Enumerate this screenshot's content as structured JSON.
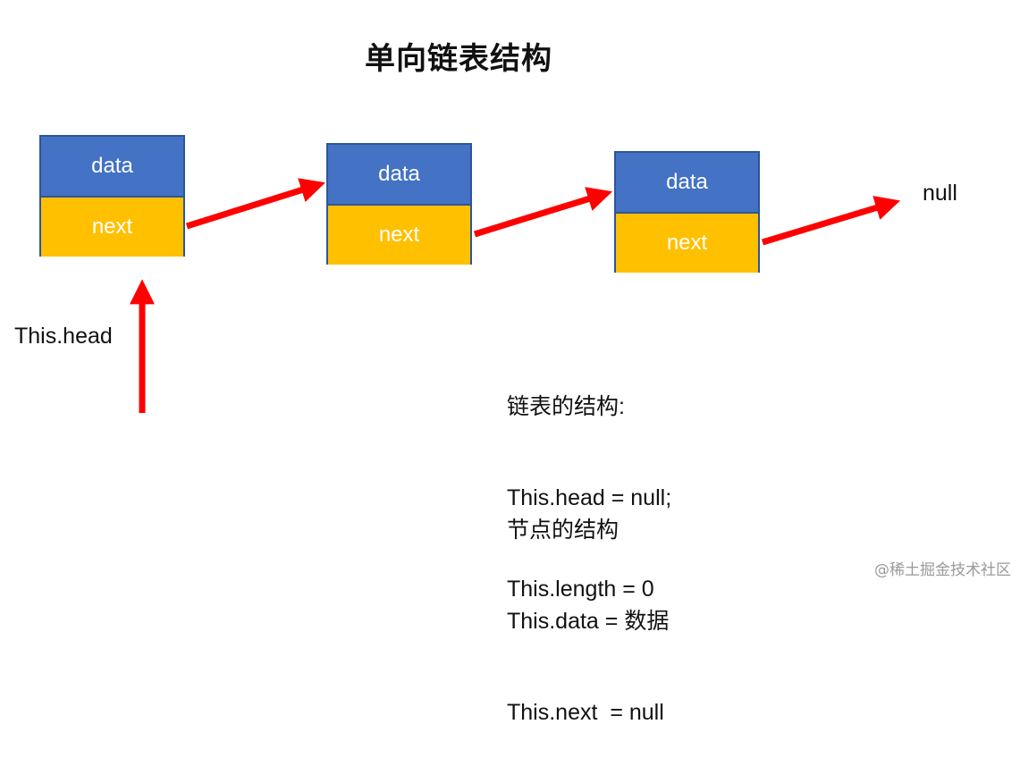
{
  "title": "单向链表结构",
  "nodes": [
    {
      "data_label": "data",
      "next_label": "next"
    },
    {
      "data_label": "data",
      "next_label": "next"
    },
    {
      "data_label": "data",
      "next_label": "next"
    }
  ],
  "null_label": "null",
  "head_label": "This.head",
  "list_structure": {
    "heading": "链表的结构:",
    "line1": "This.head = null;",
    "line2": "This.length = 0"
  },
  "node_structure": {
    "heading": "节点的结构",
    "line1": "This.data = 数据",
    "line2": "This.next  = null"
  },
  "watermark": "@稀土掘金技术社区",
  "colors": {
    "data_fill": "#4472c4",
    "next_fill": "#ffc000",
    "arrow": "#ff0000"
  }
}
